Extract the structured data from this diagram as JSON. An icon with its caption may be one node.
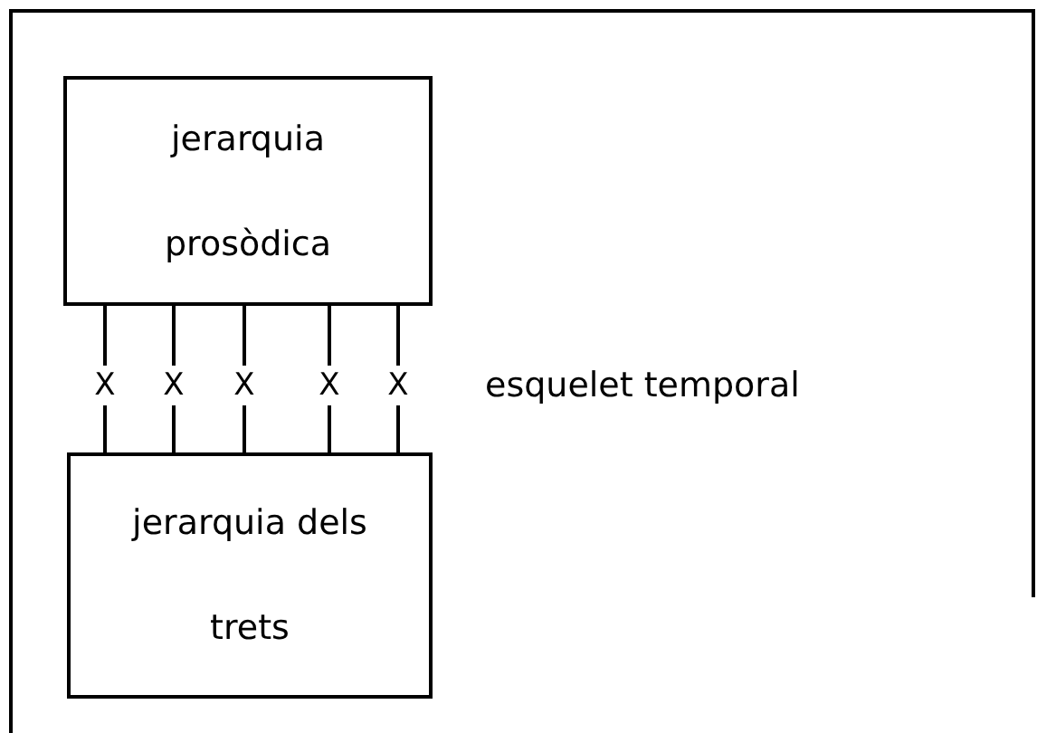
{
  "diagram": {
    "nodes": [
      {
        "text": [
          "jerarquia prosòdica"
        ]
      },
      {
        "text": [
          "jerarquia dels trets"
        ]
      },
      {
        "text": [
          "X"
        ]
      },
      {
        "text": [
          "X"
        ]
      },
      {
        "text": [
          "X"
        ]
      },
      {
        "text": [
          "X"
        ]
      },
      {
        "text": [
          "X"
        ]
      }
    ],
    "edges": [
      {
        "from": 0,
        "to": 2,
        "arrow": "none"
      },
      {
        "from": 2,
        "to": 1,
        "arrow": "none"
      },
      {
        "from": 0,
        "to": 3,
        "arrow": "none"
      },
      {
        "from": 3,
        "to": 1,
        "arrow": "none"
      },
      {
        "from": 0,
        "to": 4,
        "arrow": "none"
      },
      {
        "from": 4,
        "to": 1,
        "arrow": "none"
      },
      {
        "from": 0,
        "to": 5,
        "arrow": "none"
      },
      {
        "from": 5,
        "to": 1,
        "arrow": "none"
      },
      {
        "from": 0,
        "to": 6,
        "arrow": "none"
      },
      {
        "from": 6,
        "to": 1,
        "arrow": "none"
      }
    ],
    "labels": [
      "esquelet temporal"
    ]
  }
}
